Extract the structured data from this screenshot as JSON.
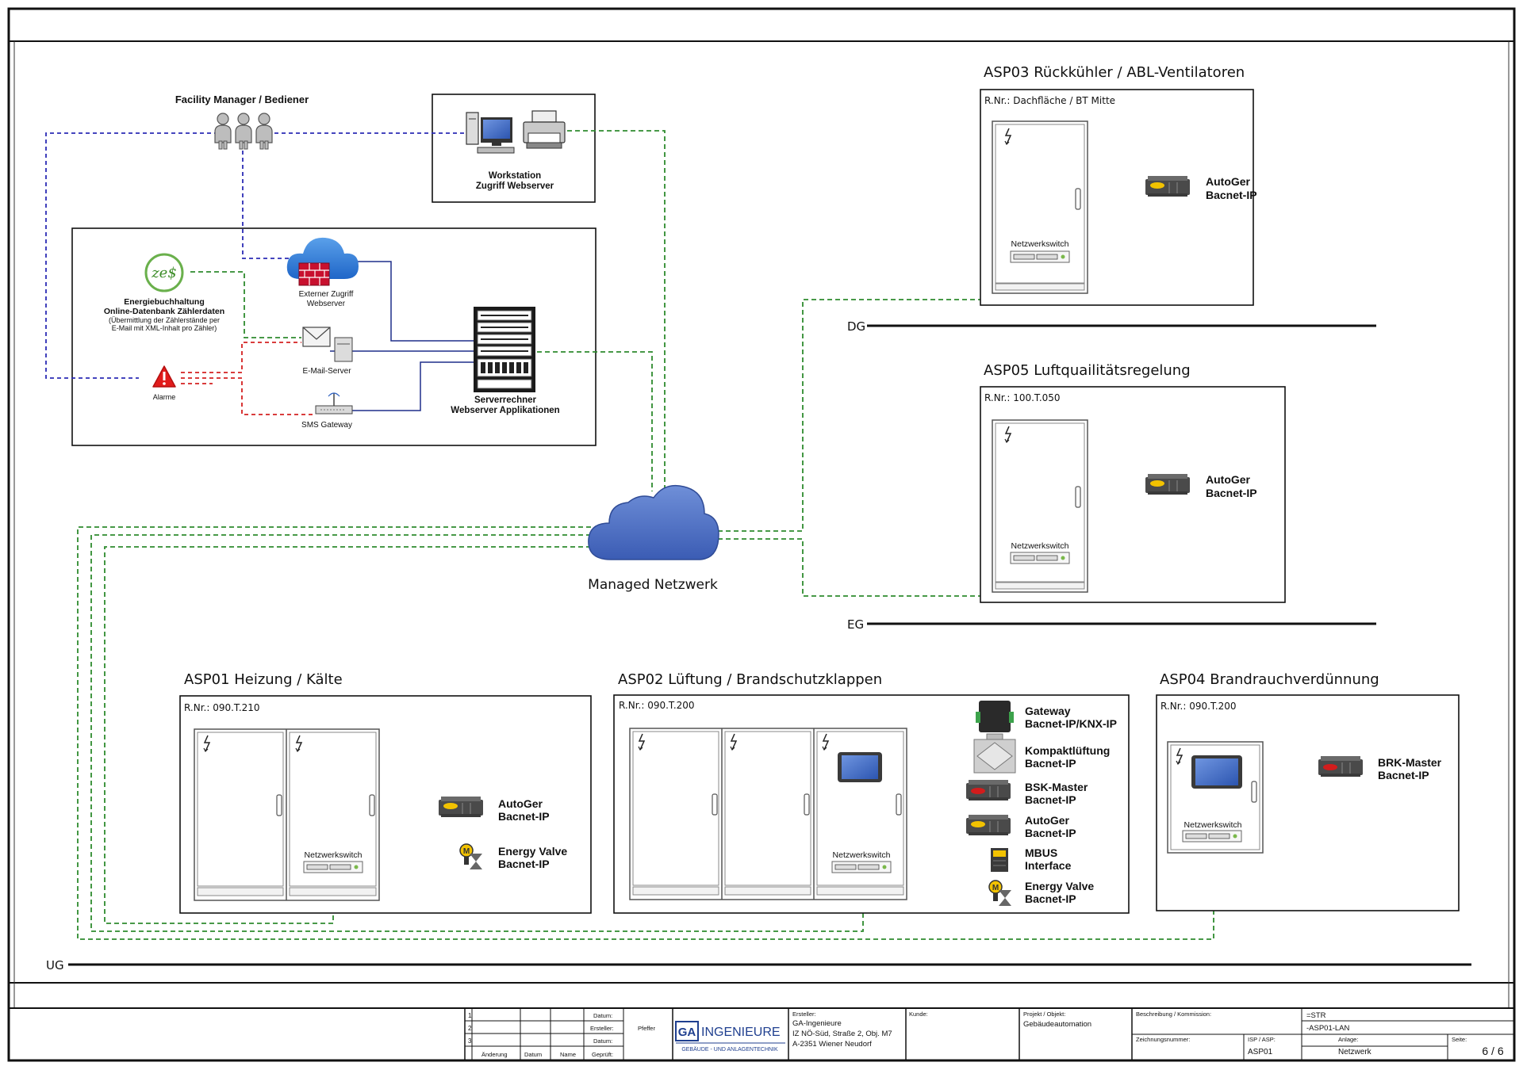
{
  "site": {
    "facility_manager": "Facility Manager / Bediener",
    "workstation_1": "Workstation",
    "workstation_2": "Zugriff Webserver",
    "energy_logo": "ze$",
    "energy_1": "Energiebuchhaltung",
    "energy_2": "Online-Datenbank Zählerdaten",
    "energy_3": "(Übermittlung der Zählerstände per",
    "energy_4": "E-Mail mit XML-Inhalt pro Zähler)",
    "external_1": "Externer Zugriff",
    "external_2": "Webserver",
    "email_server": "E-Mail-Server",
    "alarm": "Alarme",
    "sms_gateway": "SMS Gateway",
    "server_1": "Serverrechner",
    "server_2": "Webserver Applikationen",
    "network": "Managed Netzwerk"
  },
  "floors": {
    "dg": "DG",
    "eg": "EG",
    "ug": "UG"
  },
  "panels": {
    "asp03": {
      "title": "ASP03 Rückkühler / ABL-Ventilatoren",
      "room": "R.Nr.: Dachfläche / BT Mitte",
      "switch": "Netzwerkswitch",
      "dev1": "AutoGer",
      "dev2": "Bacnet-IP"
    },
    "asp05": {
      "title": "ASP05 Luftquailitätsregelung",
      "room": "R.Nr.: 100.T.050",
      "switch": "Netzwerkswitch",
      "dev1": "AutoGer",
      "dev2": "Bacnet-IP"
    },
    "asp01": {
      "title": "ASP01 Heizung / Kälte",
      "room": "R.Nr.: 090.T.210",
      "switch": "Netzwerkswitch",
      "d1a": "AutoGer",
      "d1b": "Bacnet-IP",
      "d2a": "Energy Valve",
      "d2b": "Bacnet-IP"
    },
    "asp02": {
      "title": "ASP02 Lüftung / Brandschutzklappen",
      "room": "R.Nr.: 090.T.200",
      "switch": "Netzwerkswitch",
      "d1a": "Gateway",
      "d1b": "Bacnet-IP/KNX-IP",
      "d2a": "Kompaktlüftung",
      "d2b": "Bacnet-IP",
      "d3a": "BSK-Master",
      "d3b": "Bacnet-IP",
      "d4a": "AutoGer",
      "d4b": "Bacnet-IP",
      "d5a": "MBUS",
      "d5b": "Interface",
      "d6a": "Energy Valve",
      "d6b": "Bacnet-IP"
    },
    "asp04": {
      "title": "ASP04 Brandrauchverdünnung",
      "room": "R.Nr.: 090.T.200",
      "switch": "Netzwerkswitch",
      "d1a": "BRK-Master",
      "d1b": "Bacnet-IP"
    }
  },
  "titleblock": {
    "rows": [
      "1",
      "2",
      "3"
    ],
    "hdr_aenderung": "Änderung",
    "hdr_datum": "Datum",
    "hdr_name": "Name",
    "hdr_geprueft": "Geprüft:",
    "lbl_datum1": "Datum:",
    "lbl_ersteller": "Ersteller:",
    "val_ersteller": "Pfeffer",
    "lbl_datum2": "Datum:",
    "logo_ga": "GA",
    "logo_name": "INGENIEURE",
    "logo_sub": "GEBÄUDE - UND ANLAGENTECHNIK",
    "ers_label": "Ersteller:",
    "ers_1": "GA-Ingenieure",
    "ers_2": "IZ NÖ-Süd, Straße 2, Obj. M7",
    "ers_3": "A-2351 Wiener Neudorf",
    "kunde_label": "Kunde:",
    "projekt_label": "Projekt / Objekt:",
    "projekt_value": "Gebäudeautomation",
    "beschreibung_label": "Beschreibung / Kommission:",
    "code_1": "=STR",
    "code_2": "-ASP01-LAN",
    "zeichnung_label": "Zeichnungsnummer:",
    "isp_label": "ISP / ASP:",
    "isp_value": "ASP01",
    "anlage_label": "Anlage:",
    "anlage_value": "Netzwerk",
    "seite_label": "Seite:",
    "seite_value": "6 / 6"
  },
  "colors": {
    "green": "#2e8b2e",
    "blue": "#2b2bb5",
    "red": "#d42020",
    "purple": "#8a2a9a",
    "cloud": "#4a6fc4",
    "navy": "#1f2f8a"
  }
}
